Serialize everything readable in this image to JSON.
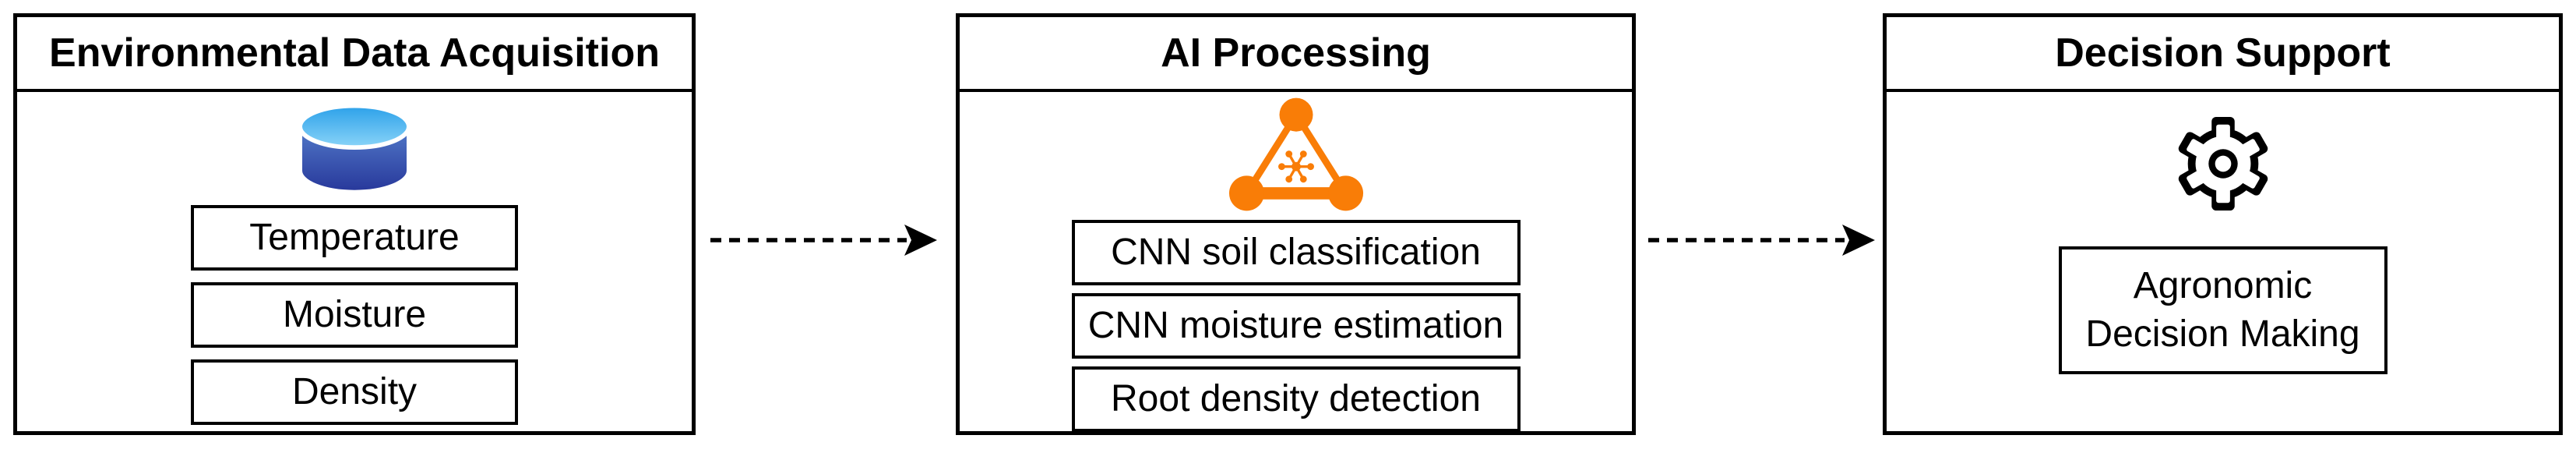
{
  "panels": [
    {
      "title": "Environmental Data Acquisition",
      "icon": "database",
      "items": [
        "Temperature",
        "Moisture",
        "Density"
      ]
    },
    {
      "title": "AI Processing",
      "icon": "neural-network",
      "items": [
        "CNN soil classification",
        "CNN moisture estimation",
        "Root density detection"
      ]
    },
    {
      "title": "Decision Support",
      "icon": "gear",
      "items": [
        "Agronomic\nDecision Making"
      ]
    }
  ],
  "connectors": [
    {
      "from": "Environmental Data Acquisition",
      "to": "AI Processing",
      "style": "dashed-arrow"
    },
    {
      "from": "AI Processing",
      "to": "Decision Support",
      "style": "dashed-arrow"
    }
  ],
  "colors": {
    "line": "#000000",
    "background": "#ffffff",
    "accent_orange": "#F97D07",
    "db_top_dark": "#2BA0E9",
    "db_top_light": "#8AD4F8",
    "db_body_light": "#5178C8",
    "db_body_dark": "#27379A"
  }
}
